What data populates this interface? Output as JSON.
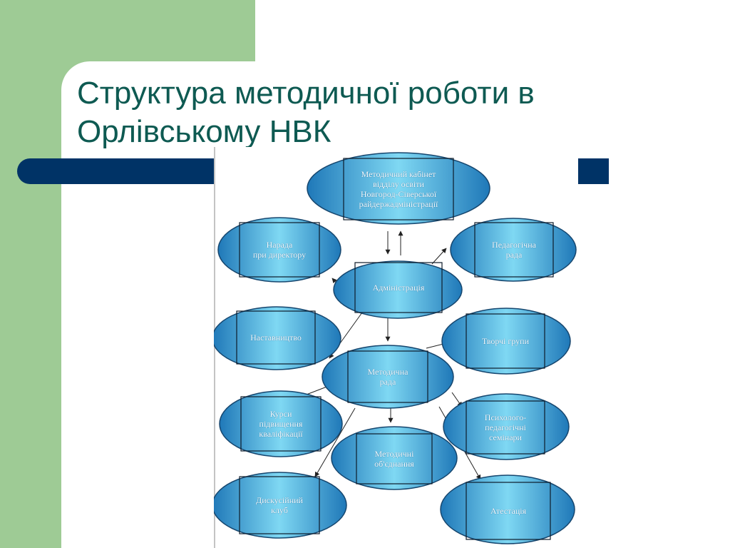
{
  "slide": {
    "title": "Структура методичної роботи в Орлівському НВК"
  },
  "diagram": {
    "nodes": {
      "methodical_cabinet": "Методичний кабінет\nвідділу освіти\nНовгород-Сіверської\nрайдержадміністрації",
      "meeting_director": "Нарада\nпри директору",
      "pedagogical_council": "Педагогічна\nрада",
      "administration": "Адміністрація",
      "mentoring": "Наставництво",
      "creative_groups": "Творчі групи",
      "methodical_council": "Методична\nрада",
      "advanced_training": "Курси\nпідвищення\nкваліфікації",
      "psych_seminars": "Психолого-\nпедагогічні\nсемінари",
      "methodical_associations": "Методичні\nоб'єднання",
      "discussion_club": "Дискусійний\nклуб",
      "attestation": "Атестація"
    }
  },
  "colors": {
    "title": "#0e5a52",
    "green": "#9ecb95",
    "navy": "#003366",
    "node_fill": "#41a7d8",
    "node_outline": "#16466e"
  }
}
